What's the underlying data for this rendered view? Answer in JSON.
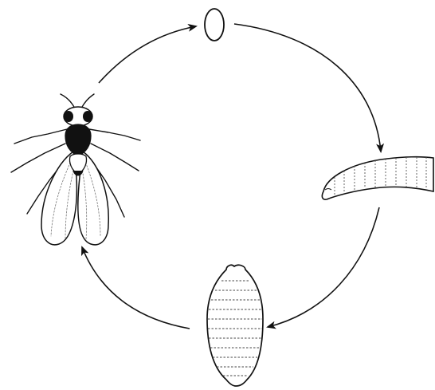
{
  "diagram": {
    "stages": [
      {
        "id": "egg"
      },
      {
        "id": "larva"
      },
      {
        "id": "pupa"
      },
      {
        "id": "adult"
      }
    ],
    "arrows": [
      {
        "from": "adult",
        "to": "egg"
      },
      {
        "from": "egg",
        "to": "larva"
      },
      {
        "from": "larva",
        "to": "pupa"
      },
      {
        "from": "pupa",
        "to": "adult"
      }
    ],
    "colors": {
      "ink": "#111111",
      "background": "#ffffff"
    }
  }
}
